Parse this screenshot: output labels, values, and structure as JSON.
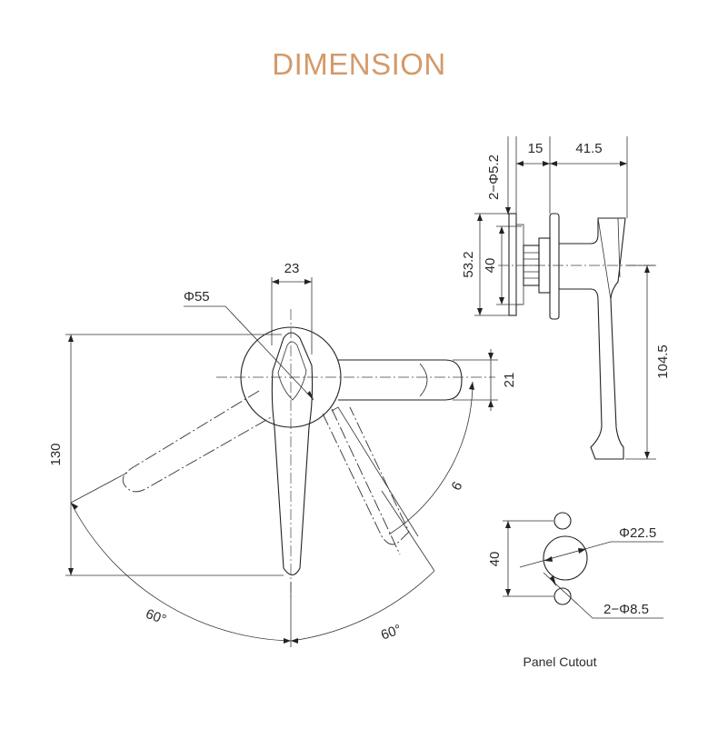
{
  "title": "DIMENSION",
  "colors": {
    "title": "#d49a6a",
    "lines": "#222222",
    "background": "#ffffff"
  },
  "front_view": {
    "d23": "23",
    "d55": "Φ55",
    "d21": "21",
    "d130": "130",
    "d6": "6",
    "angle_left": "60°",
    "angle_right": "60°"
  },
  "side_view": {
    "d15": "15",
    "d41_5": "41.5",
    "d_hole": "2−Φ5.2",
    "d53_2": "53.2",
    "d40": "40",
    "d104_5": "104.5"
  },
  "cutout": {
    "d22_5": "Φ22.5",
    "d40": "40",
    "d8_5": "2−Φ8.5",
    "caption": "Panel Cutout"
  }
}
